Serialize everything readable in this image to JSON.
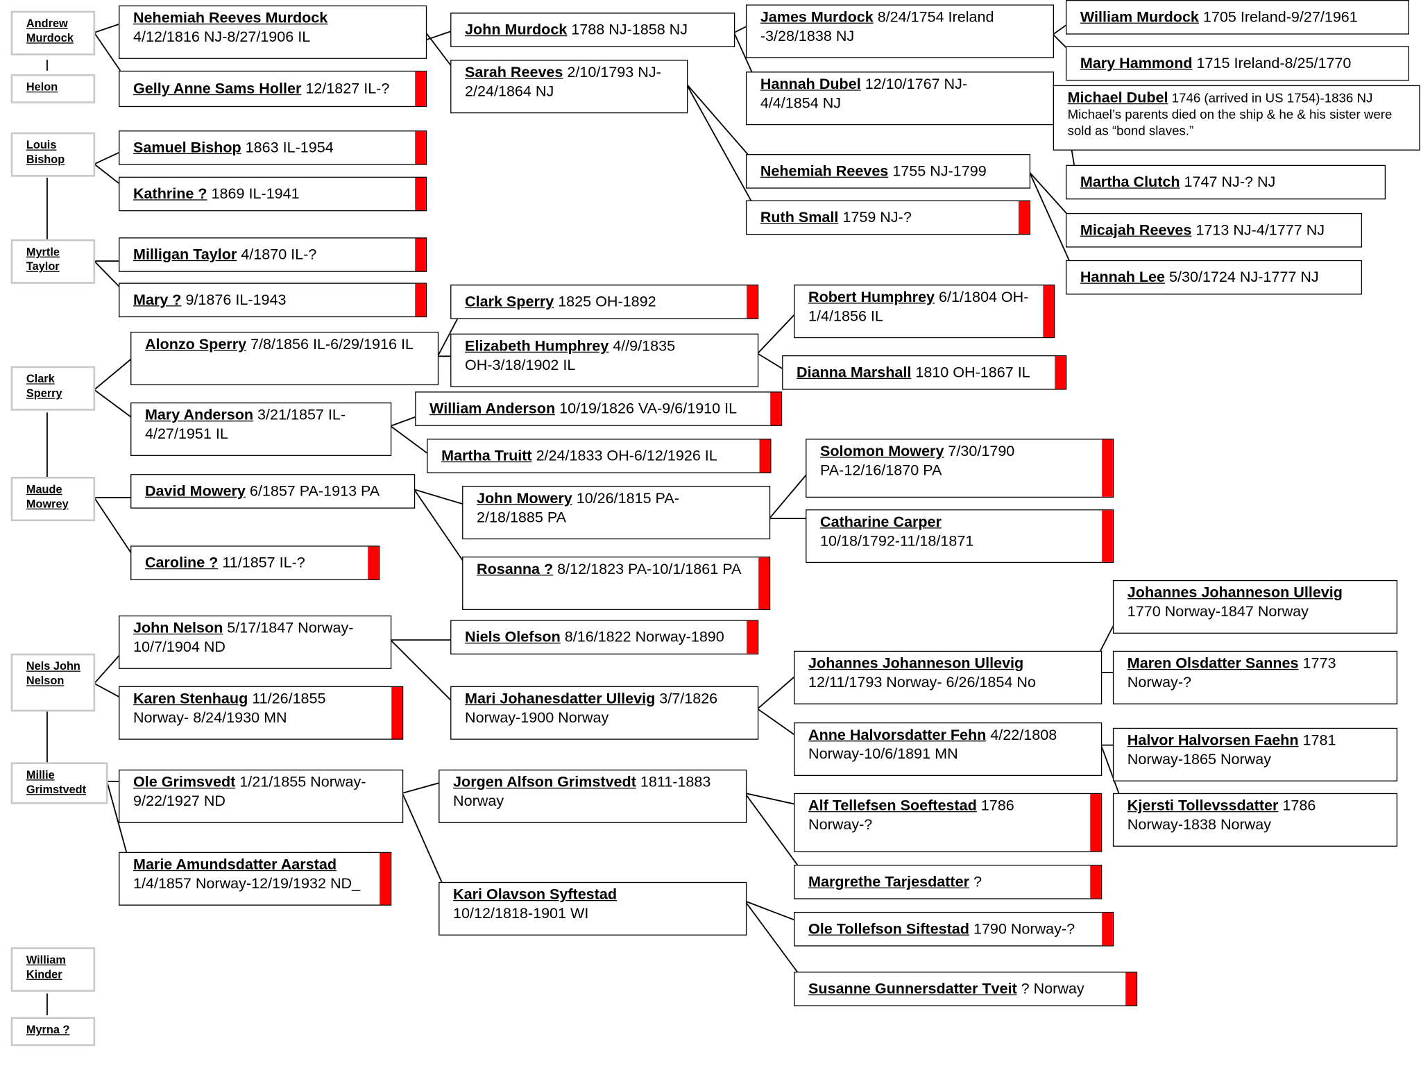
{
  "lineage": {
    "andrew": "Andrew Murdock",
    "helon": "Helon",
    "louis": "Louis Bishop",
    "myrtle": "Myrtle Taylor",
    "clark": "Clark Sperry",
    "maude": "Maude Mowrey",
    "nels": "Nels John Nelson",
    "millie": "Millie Grimstvedt",
    "william_kinder": "William Kinder",
    "myrna": "Myrna ?"
  },
  "people": {
    "nehemiah_rm": {
      "name": "Nehemiah Reeves Murdock",
      "info": "4/12/1816 NJ-8/27/1906 IL"
    },
    "gelly": {
      "name": "Gelly Anne Sams Holler",
      "info": " 12/1827 IL-?"
    },
    "samuel_bishop": {
      "name": "Samuel Bishop",
      "info": " 1863 IL-1954"
    },
    "kathrine": {
      "name": "Kathrine ?",
      "info": " 1869 IL-1941"
    },
    "milligan": {
      "name": "Milligan Taylor",
      "info": " 4/1870 IL-?"
    },
    "mary_q": {
      "name": "Mary ?",
      "info": " 9/1876 IL-1943"
    },
    "alonzo": {
      "name": "Alonzo Sperry",
      "info": " 7/8/1856 IL-6/29/1916 IL"
    },
    "mary_anderson": {
      "name": "Mary Anderson",
      "info": " 3/21/1857 IL-4/27/1951 IL"
    },
    "david_mowery": {
      "name": "David Mowery",
      "info": " 6/1857 PA-1913 PA"
    },
    "caroline": {
      "name": "Caroline ?",
      "info": " 11/1857 IL-?"
    },
    "john_nelson": {
      "name": "John Nelson",
      "info": " 5/17/1847 Norway-10/7/1904 ND"
    },
    "karen": {
      "name": "Karen Stenhaug",
      "info": " 11/26/1855 Norway- 8/24/1930 MN"
    },
    "ole_grimsvedt": {
      "name": "Ole Grimsvedt",
      "info": " 1/21/1855 Norway-9/22/1927 ND"
    },
    "marie_aarstad": {
      "name": "Marie Amundsdatter Aarstad",
      "info": "1/4/1857 Norway-12/19/1932 ND_"
    },
    "john_murdock": {
      "name": "John Murdock",
      "info": " 1788 NJ-1858 NJ"
    },
    "sarah_reeves": {
      "name": "Sarah Reeves",
      "info": " 2/10/1793 NJ-2/24/1864 NJ"
    },
    "clark_sperry_p": {
      "name": "Clark Sperry",
      "info": " 1825 OH-1892"
    },
    "elizabeth": {
      "name": "Elizabeth Humphrey",
      "info": " 4//9/1835 OH-3/18/1902 IL"
    },
    "william_anderson": {
      "name": "William Anderson",
      "info": " 10/19/1826 VA-9/6/1910 IL"
    },
    "martha_truitt": {
      "name": "Martha Truitt",
      "info": " 2/24/1833 OH-6/12/1926 IL"
    },
    "john_mowery": {
      "name": "John Mowery",
      "info": " 10/26/1815 PA-2/18/1885 PA"
    },
    "rosanna": {
      "name": "Rosanna ?",
      "info": " 8/12/1823 PA-10/1/1861 PA"
    },
    "niels": {
      "name": "Niels Olefson",
      "info": " 8/16/1822 Norway-1890"
    },
    "mari_ullevig": {
      "name": "Mari Johanesdatter Ullevig",
      "info": " 3/7/1826 Norway-1900 Norway"
    },
    "jorgen": {
      "name": "Jorgen Alfson Grimstvedt",
      "info": " 1811-1883 Norway"
    },
    "kari": {
      "name": "Kari Olavson Syftestad",
      "info": "10/12/1818-1901 WI"
    },
    "james_murdock": {
      "name": "James Murdock",
      "info": " 8/24/1754 Ireland -3/28/1838 NJ"
    },
    "hannah_dubel": {
      "name": "Hannah Dubel",
      "info": " 12/10/1767 NJ-4/4/1854 NJ"
    },
    "nehemiah_reeves": {
      "name": "Nehemiah Reeves",
      "info": " 1755 NJ-1799"
    },
    "ruth_small": {
      "name": "Ruth Small",
      "info": " 1759 NJ-?"
    },
    "robert_humphrey": {
      "name": "Robert Humphrey",
      "info": " 6/1/1804 OH-1/4/1856 IL"
    },
    "dianna": {
      "name": "Dianna Marshall",
      "info": " 1810 OH-1867 IL"
    },
    "solomon": {
      "name": "Solomon Mowery",
      "info": " 7/30/1790 PA-12/16/1870 PA"
    },
    "catharine": {
      "name": "Catharine Carper",
      "info": "10/18/1792-11/18/1871"
    },
    "johannes_1793": {
      "name": "Johannes Johanneson Ullevig",
      "info": "12/11/1793 Norway- 6/26/1854 No"
    },
    "anne_fehn": {
      "name": "Anne Halvorsdatter Fehn",
      "info": " 4/22/1808 Norway-10/6/1891 MN"
    },
    "alf": {
      "name": "Alf Tellefsen Soeftestad",
      "info": " 1786 Norway-?"
    },
    "margrethe": {
      "name": "Margrethe Tarjesdatter",
      "info": " ?"
    },
    "ole_tollefson": {
      "name": "Ole Tollefson Siftestad",
      "info": " 1790 Norway-?"
    },
    "susanne": {
      "name": "Susanne Gunnersdatter Tveit",
      "info": " ? Norway"
    },
    "william_murdock": {
      "name": "William Murdock",
      "info": " 1705 Ireland-9/27/1961"
    },
    "mary_hammond": {
      "name": "Mary Hammond",
      "info": " 1715 Ireland-8/25/1770"
    },
    "michael_dubel": {
      "name": "Michael Dubel",
      "info": " 1746 (arrived in US 1754)-1836 NJ Michael’s parents died on the ship & he & his sister were sold as “bond slaves.”"
    },
    "martha_clutch": {
      "name": "Martha Clutch",
      "info": " 1747 NJ-? NJ"
    },
    "micajah": {
      "name": "Micajah Reeves",
      "info": " 1713 NJ-4/1777 NJ"
    },
    "hannah_lee": {
      "name": "Hannah Lee",
      "info": " 5/30/1724 NJ-1777 NJ"
    },
    "johannes_1770": {
      "name": "Johannes Johanneson Ullevig",
      "info": "1770 Norway-1847 Norway"
    },
    "maren": {
      "name": "Maren Olsdatter Sannes",
      "info": " 1773 Norway-?"
    },
    "halvor": {
      "name": "Halvor Halvorsen Faehn",
      "info": " 1781 Norway-1865 Norway"
    },
    "kjersti": {
      "name": "Kjersti Tollevssdatter",
      "info": " 1786 Norway-1838 Norway"
    }
  },
  "colors": {
    "marker": "#ff0000",
    "lineage_border": "#c8c8c8",
    "box_border": "#000000"
  }
}
